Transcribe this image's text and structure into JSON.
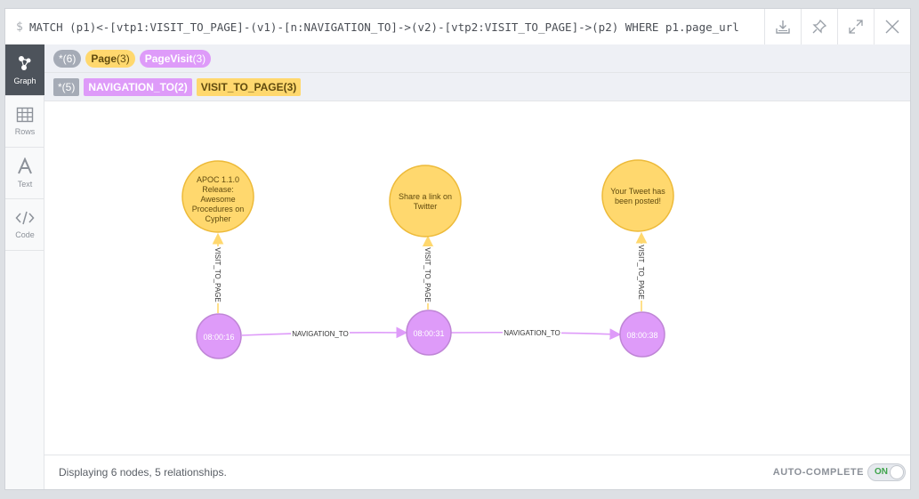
{
  "query": {
    "prompt": "$",
    "text": "MATCH (p1)<-[vtp1:VISIT_TO_PAGE]-(v1)-[n:NAVIGATION_TO]->(v2)-[vtp2:VISIT_TO_PAGE]->(p2) WHERE p1.page_url C…"
  },
  "toolbar": [
    "download-icon",
    "pin-icon",
    "expand-icon",
    "close-icon"
  ],
  "sidebar": {
    "items": [
      {
        "label": "Graph",
        "icon": "graph-icon",
        "active": true
      },
      {
        "label": "Rows",
        "icon": "table-icon",
        "active": false
      },
      {
        "label": "Text",
        "icon": "text-icon",
        "active": false
      },
      {
        "label": "Code",
        "icon": "code-icon",
        "active": false
      }
    ]
  },
  "legend": {
    "labels": [
      {
        "name": "*",
        "count": "(6)"
      },
      {
        "name": "Page",
        "count": "(3)"
      },
      {
        "name": "PageVisit",
        "count": "(3)"
      }
    ],
    "relationships": [
      {
        "name": "*",
        "count": "(5)"
      },
      {
        "name": "NAVIGATION_TO",
        "count": "(2)"
      },
      {
        "name": "VISIT_TO_PAGE",
        "count": "(3)"
      }
    ]
  },
  "graph": {
    "pages": [
      {
        "lines": [
          "APOC 1.1.0",
          "Release:",
          "Awesome",
          "Procedures on",
          "Cypher"
        ]
      },
      {
        "lines": [
          "Share a link on",
          "Twitter"
        ]
      },
      {
        "lines": [
          "Your Tweet has",
          "been posted!"
        ]
      }
    ],
    "visits": [
      "08:00:16",
      "08:00:31",
      "08:00:38"
    ],
    "visit_rel_label": "VISIT_TO_PAGE",
    "nav_rel_label": "NAVIGATION_TO",
    "colors": {
      "page_fill": "#ffd86e",
      "page_stroke": "#edba39",
      "page_text": "#604a0e",
      "visit_fill": "#de9bf9",
      "visit_stroke": "#bf85d6",
      "visit_text": "#ffffff",
      "nav_edge": "#de9bf9",
      "vtp_edge": "#ffd86e"
    }
  },
  "status": {
    "message": "Displaying 6 nodes, 5 relationships.",
    "autocomplete_label": "AUTO-COMPLETE",
    "toggle_label": "ON"
  }
}
